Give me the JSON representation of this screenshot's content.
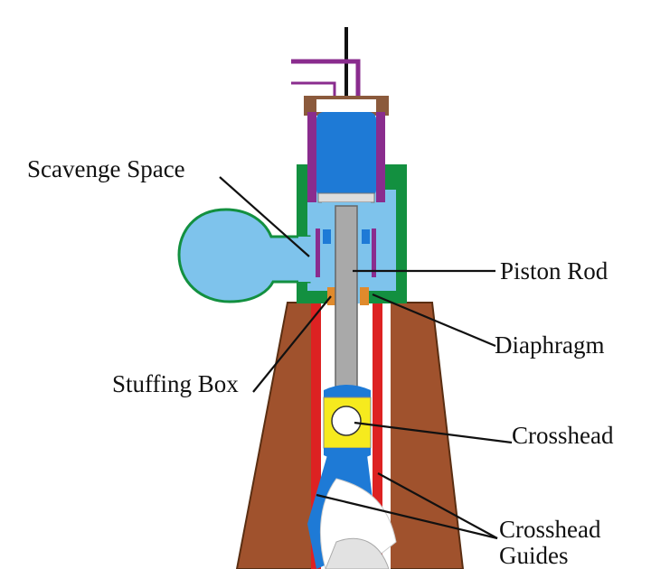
{
  "labels": {
    "scavenge_space": "Scavenge Space",
    "piston_rod": "Piston Rod",
    "diaphragm": "Diaphragm",
    "stuffing_box": "Stuffing Box",
    "crosshead": "Crosshead",
    "crosshead_guides_line1": "Crosshead",
    "crosshead_guides_line2": "Guides"
  },
  "colors": {
    "frame_brown": "#a0522d",
    "frame_outline": "#5a2e12",
    "guide_red": "#dd2222",
    "scavenge_green": "#139040",
    "air_blue": "#7ec3ec",
    "piston_blue": "#1e7ad6",
    "rod_grey": "#a9a9a9",
    "crosshead_yellow": "#f6ea1e",
    "stuffing_orange": "#e08a2c",
    "valve_purple": "#8a2c8e"
  }
}
